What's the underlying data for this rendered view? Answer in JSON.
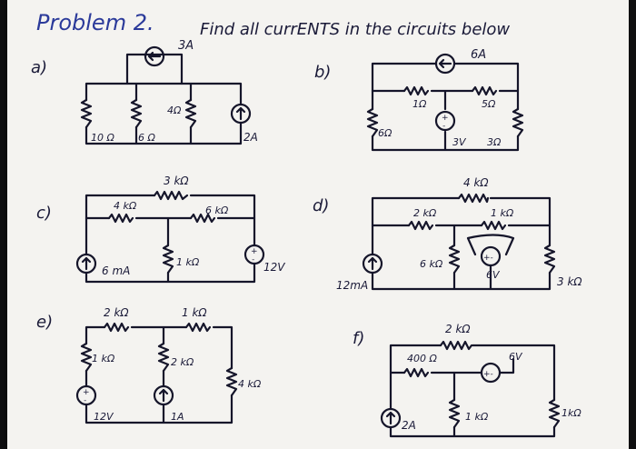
{
  "header": {
    "title": "Problem 2.",
    "instruction": "Find all currENTS in the circuits below"
  },
  "circuits": {
    "a": {
      "label": "a)",
      "source_top": "3A",
      "r1": "10 Ω",
      "r2": "6 Ω",
      "r3": "4Ω",
      "source_right": "2A"
    },
    "b": {
      "label": "b)",
      "source_top": "6A",
      "r_top1": "1Ω",
      "r_top2": "5Ω",
      "r_left": "6Ω",
      "v_source": "3V",
      "r_right": "3Ω"
    },
    "c": {
      "label": "c)",
      "r_top": "3 kΩ",
      "r_mid_left": "4 kΩ",
      "r_mid_right": "6 kΩ",
      "i_source": "6 mA",
      "r_center": "1 kΩ",
      "v_source": "12V"
    },
    "d": {
      "label": "d)",
      "r_top": "4 kΩ",
      "r_mid_left": "2 kΩ",
      "r_mid_right": "1 kΩ",
      "i_source": "12mA",
      "r_center": "6 kΩ",
      "v_source": "6V",
      "r_right": "3 kΩ"
    },
    "e": {
      "label": "e)",
      "r_top_left": "2 kΩ",
      "r_top_right": "1 kΩ",
      "r_left": "1 kΩ",
      "r_center": "2 kΩ",
      "r_right": "4 kΩ",
      "v_source": "12V",
      "i_source": "1A"
    },
    "f": {
      "label": "f)",
      "r_top": "2 kΩ",
      "r_mid": "400 Ω",
      "v_source": "6V",
      "i_source": "2A",
      "r_center": "1 kΩ",
      "r_right": "1kΩ"
    }
  }
}
